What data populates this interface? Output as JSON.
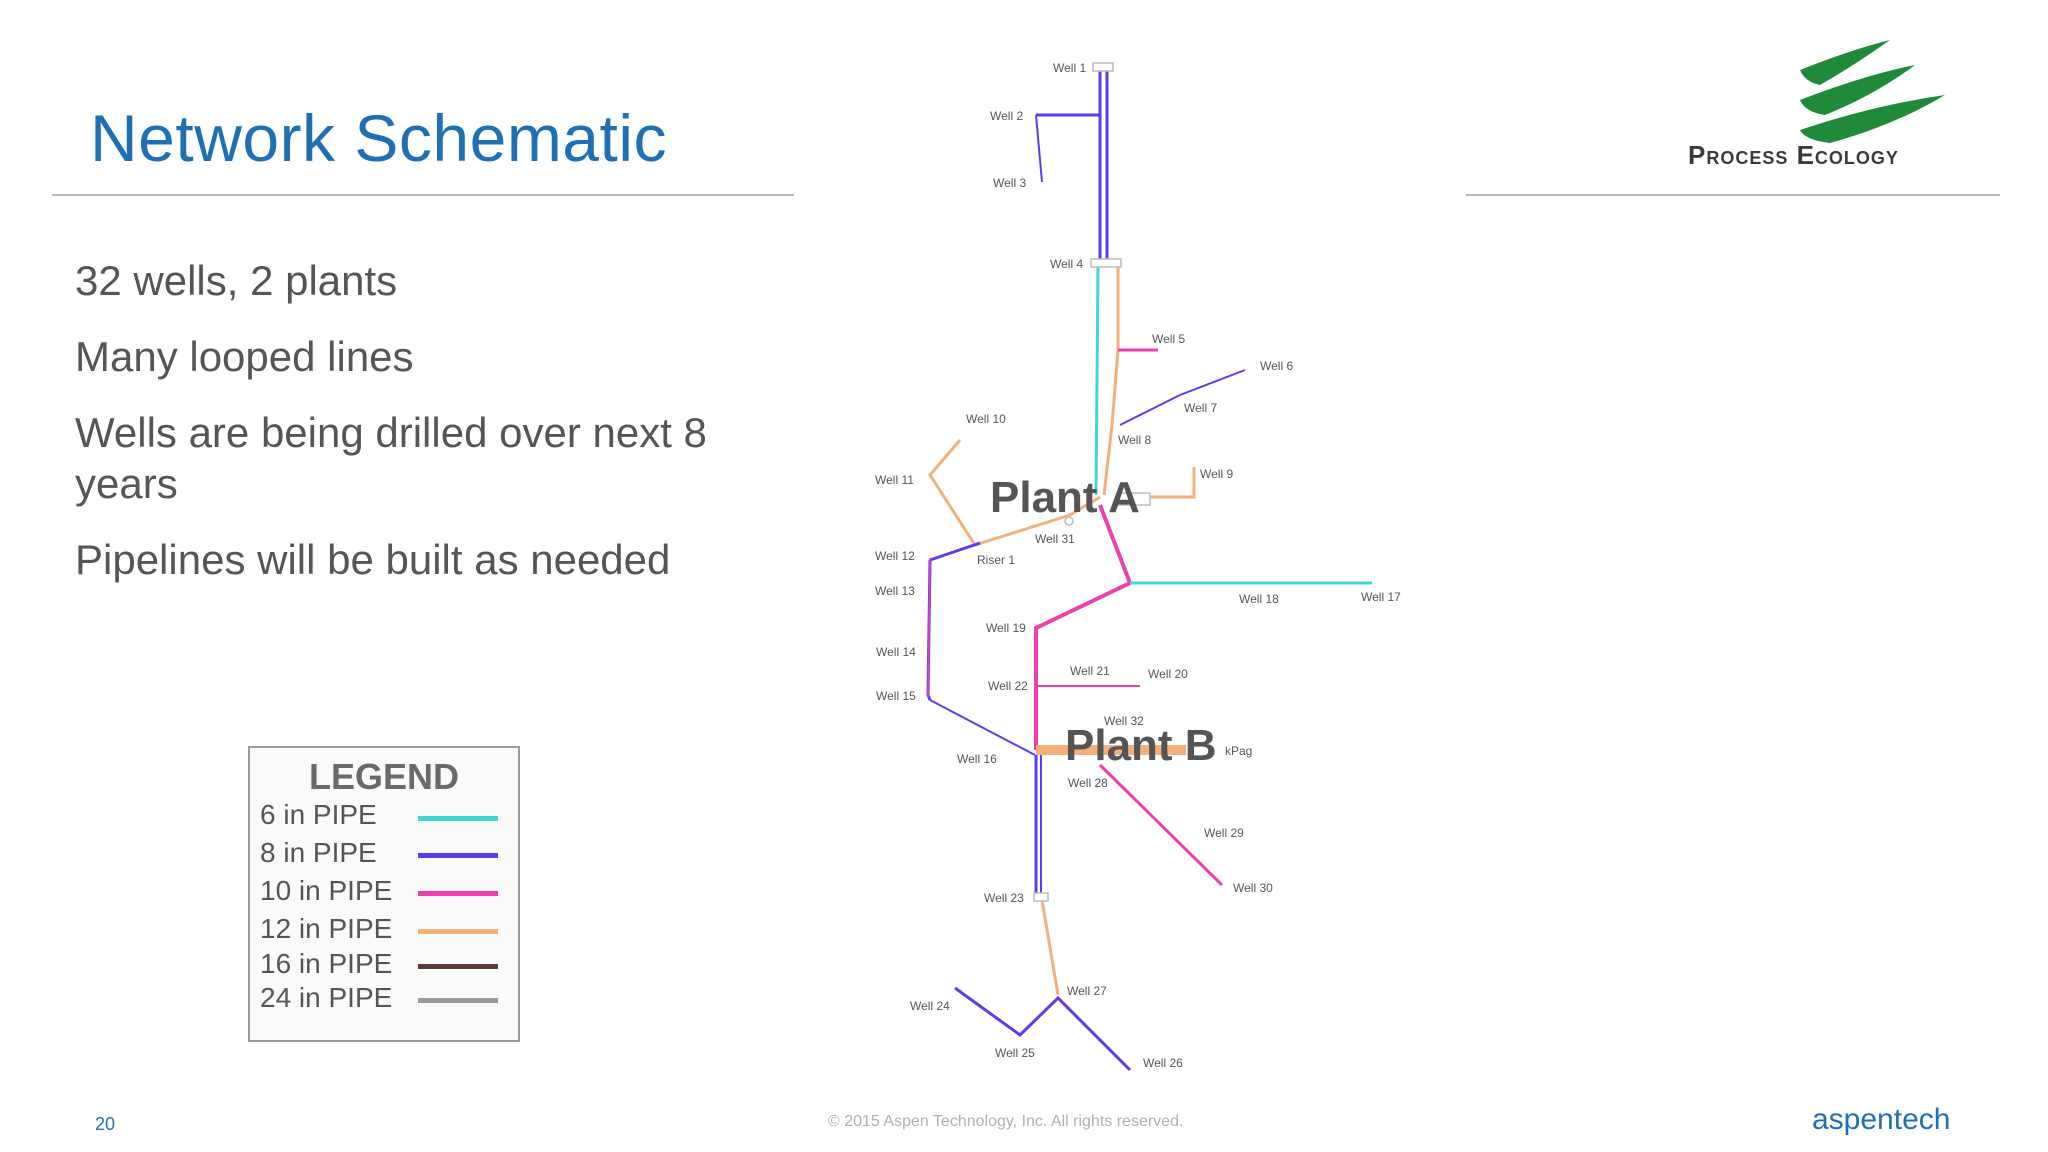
{
  "slide": {
    "title": "Network Schematic",
    "bullets": [
      "32 wells, 2 plants",
      "Many looped lines",
      "Wells are being drilled over next 8 years",
      "Pipelines will be built as needed"
    ],
    "page_number": "20",
    "copyright": "© 2015 Aspen Technology, Inc. All rights reserved.",
    "footer_logo": "aspentech"
  },
  "company_logo": {
    "text": "Process Ecology",
    "icon": "wave-swoosh-icon"
  },
  "legend": {
    "title": "LEGEND",
    "items": [
      {
        "label": "6 in PIPE",
        "color": "#3fd6d6"
      },
      {
        "label": "8 in PIPE",
        "color": "#5a3df0"
      },
      {
        "label": "10 in PIPE",
        "color": "#ee3fae"
      },
      {
        "label": "12 in PIPE",
        "color": "#f5b07a"
      },
      {
        "label": "16 in PIPE",
        "color": "#5a3a3a"
      },
      {
        "label": "24 in PIPE",
        "color": "#9a9a9a"
      }
    ]
  },
  "network": {
    "plants": [
      "Plant A",
      "Plant B"
    ],
    "wells": [
      "Well 1",
      "Well 2",
      "Well 3",
      "Well 4",
      "Well 5",
      "Well 6",
      "Well 7",
      "Well 8",
      "Well 9",
      "Well 10",
      "Well 11",
      "Well 12",
      "Well 13",
      "Well 14",
      "Well 15",
      "Well 16",
      "Well 17",
      "Well 18",
      "Well 19",
      "Well 20",
      "Well 21",
      "Well 22",
      "Well 23",
      "Well 24",
      "Well 25",
      "Well 26",
      "Well 27",
      "Well 28",
      "Well 29",
      "Well 30",
      "Well 31",
      "Well 32"
    ],
    "riser": "Riser 1",
    "pressure_unit": "kPag"
  }
}
